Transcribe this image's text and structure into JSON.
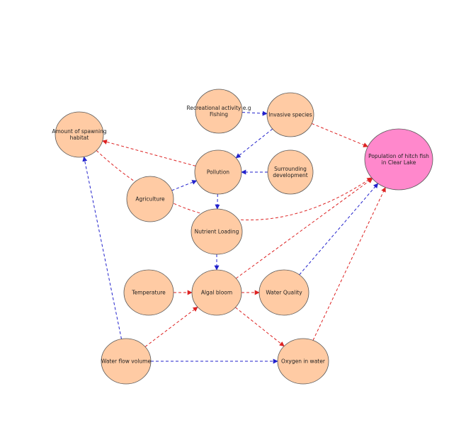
{
  "colors": {
    "node_fill": "#ffcba4",
    "node_stroke": "#555555",
    "target_fill": "#ff88cc",
    "negative": "#dd2222",
    "positive": "#2222cc"
  },
  "nodes": [
    {
      "id": "recreational",
      "label": "Recreational activity e.g Fishing"
    },
    {
      "id": "invasive",
      "label": "Invasive species"
    },
    {
      "id": "spawning",
      "label": "Amount of spawning habitat"
    },
    {
      "id": "population",
      "label": "Population of hitch fish in Clear Lake"
    },
    {
      "id": "pollution",
      "label": "Pollution"
    },
    {
      "id": "surrounding",
      "label": "Surrounding development"
    },
    {
      "id": "agriculture",
      "label": "Agriculture"
    },
    {
      "id": "nutrient",
      "label": "Nutrient Loading"
    },
    {
      "id": "temperature",
      "label": "Temperature"
    },
    {
      "id": "algal",
      "label": "Algal bloom"
    },
    {
      "id": "waterquality",
      "label": "Water Quality"
    },
    {
      "id": "waterflow",
      "label": "Water flow volume"
    },
    {
      "id": "oxygen",
      "label": "Oxygen in water"
    }
  ],
  "edges": [
    {
      "from": "recreational",
      "to": "invasive",
      "color": "positive"
    },
    {
      "from": "invasive",
      "to": "pollution",
      "color": "positive"
    },
    {
      "from": "invasive",
      "to": "population",
      "color": "negative"
    },
    {
      "from": "spawning",
      "to": "population",
      "color": "negative"
    },
    {
      "from": "pollution",
      "to": "spawning",
      "color": "negative"
    },
    {
      "from": "surrounding",
      "to": "pollution",
      "color": "positive"
    },
    {
      "from": "agriculture",
      "to": "pollution",
      "color": "positive"
    },
    {
      "from": "pollution",
      "to": "nutrient",
      "color": "positive"
    },
    {
      "from": "nutrient",
      "to": "algal",
      "color": "positive"
    },
    {
      "from": "temperature",
      "to": "algal",
      "color": "negative"
    },
    {
      "from": "algal",
      "to": "waterquality",
      "color": "negative"
    },
    {
      "from": "algal",
      "to": "population",
      "color": "negative"
    },
    {
      "from": "algal",
      "to": "oxygen",
      "color": "negative"
    },
    {
      "from": "waterquality",
      "to": "population",
      "color": "positive"
    },
    {
      "from": "waterflow",
      "to": "algal",
      "color": "negative"
    },
    {
      "from": "waterflow",
      "to": "spawning",
      "color": "positive"
    },
    {
      "from": "waterflow",
      "to": "oxygen",
      "color": "positive"
    },
    {
      "from": "oxygen",
      "to": "population",
      "color": "negative"
    }
  ]
}
